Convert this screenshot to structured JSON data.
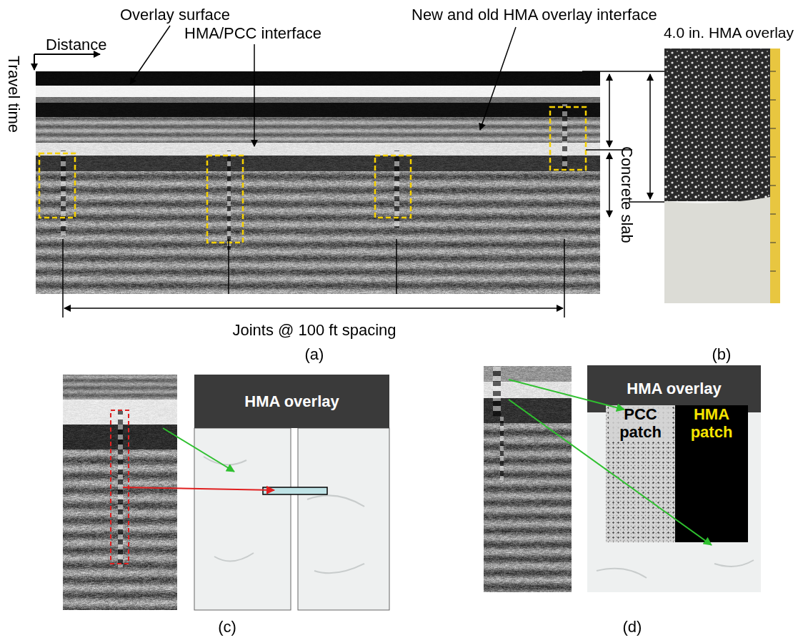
{
  "diagram": {
    "nodes": [
      {
        "text": [
          "HMA overlay"
        ]
      },
      {
        "text": [
          "HMA overlay"
        ]
      },
      {
        "text": [
          "PCC patch"
        ]
      },
      {
        "text": [
          "HMA patch"
        ]
      }
    ],
    "labels": [
      "Overlay surface",
      "Distance",
      "Travel time",
      "HMA/PCC interface",
      "New and old HMA overlay interface",
      "4.0 in. HMA overlay",
      "Concrete slab",
      "Joints @ 100 ft spacing",
      "(a)",
      "(b)",
      "(c)",
      "(d)"
    ]
  }
}
